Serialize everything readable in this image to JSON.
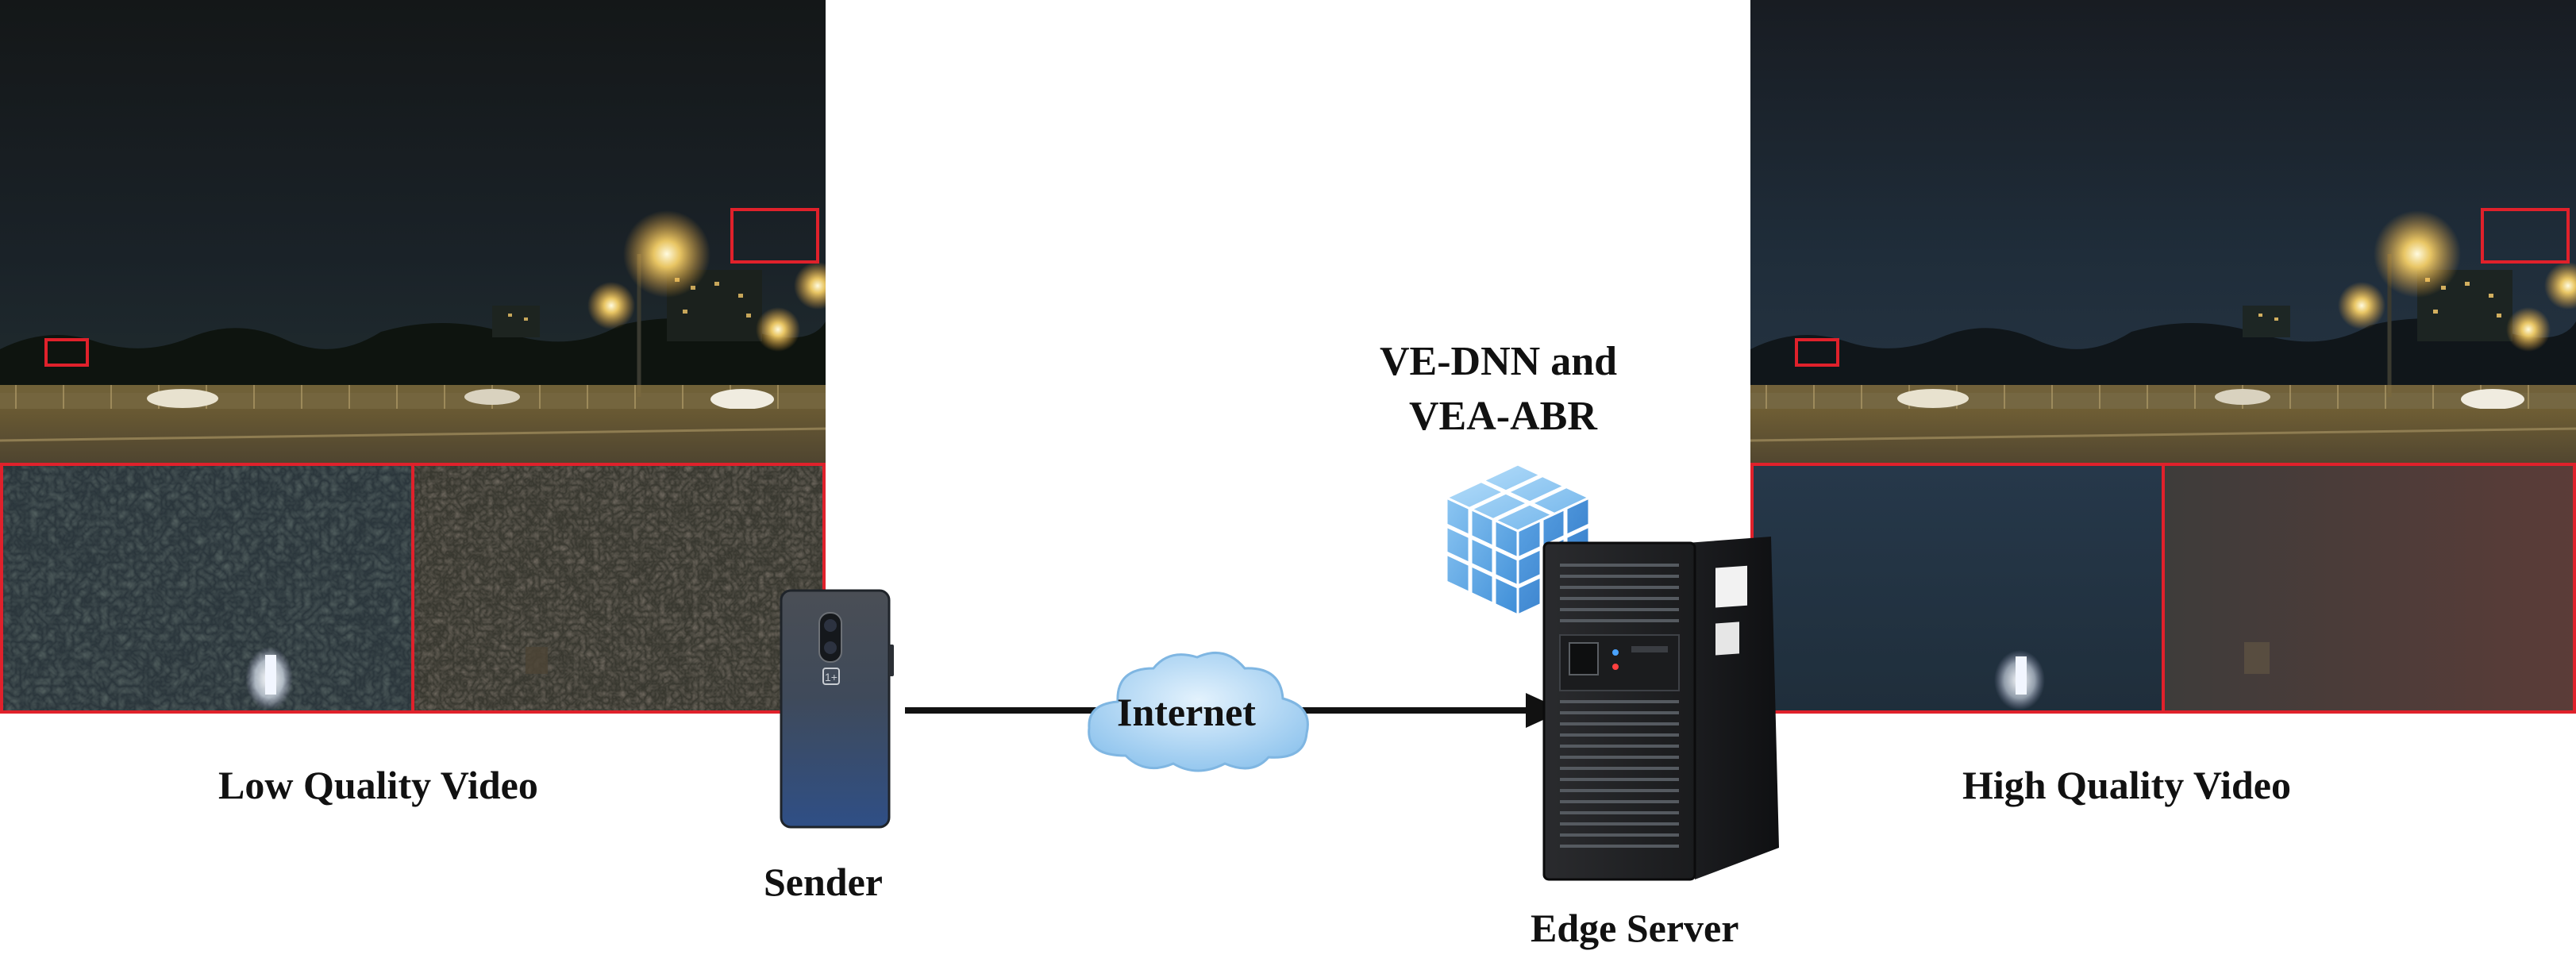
{
  "left_panel": {
    "caption": "Low Quality Video"
  },
  "right_panel": {
    "caption": "High Quality Video"
  },
  "sender": {
    "label": "Sender"
  },
  "network": {
    "label": "Internet"
  },
  "server": {
    "label": "Edge Server",
    "model_line1": "VE-DNN and",
    "model_line2": "VEA-ABR"
  },
  "colors": {
    "highlight": "#e0212b",
    "cloud": "#a9d3f2",
    "arrow": "#111111"
  },
  "icons": {
    "phone": "smartphone-icon",
    "server": "tower-server-icon",
    "cloud": "cloud-icon",
    "model": "cube-grid-icon"
  }
}
